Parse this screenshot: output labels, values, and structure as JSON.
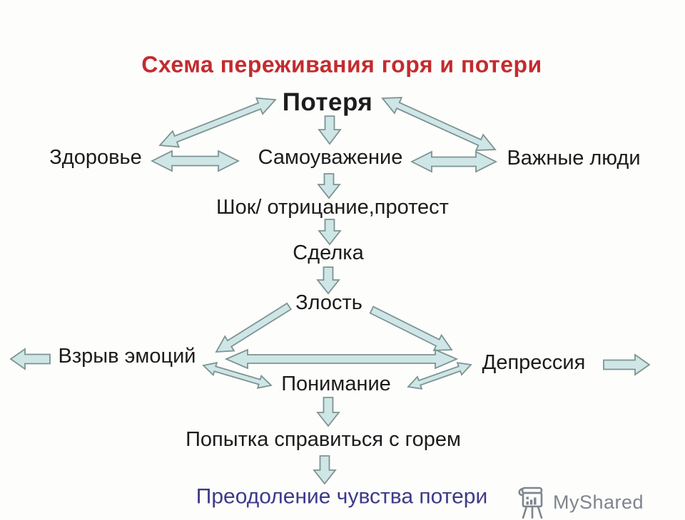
{
  "title": {
    "text": "Схема переживания горя и потери",
    "color": "#c32b2f"
  },
  "diagram": {
    "nodes": {
      "poterya": "Потеря",
      "zdorovye": "Здоровье",
      "samouvazhenie": "Самоуважение",
      "vazhnye_lyudi": "Важные люди",
      "shok": "Шок/ отрицание,протест",
      "sdelka": "Сделка",
      "zlost": "Злость",
      "vzryv_emotsiy": "Взрыв эмоций",
      "depressiya": "Депрессия",
      "ponimanie": "Понимание",
      "popytka": "Попытка справиться с горем",
      "preodolenie": "Преодоление чувства потери"
    },
    "final_stage_color": "#3d3a88",
    "arrow_fill": "#cfe6e6",
    "arrow_stroke": "#7e9393"
  },
  "watermark": {
    "brand": "MyShared",
    "color": "#7e858d",
    "icon": "presentation-easel-chart-icon"
  }
}
